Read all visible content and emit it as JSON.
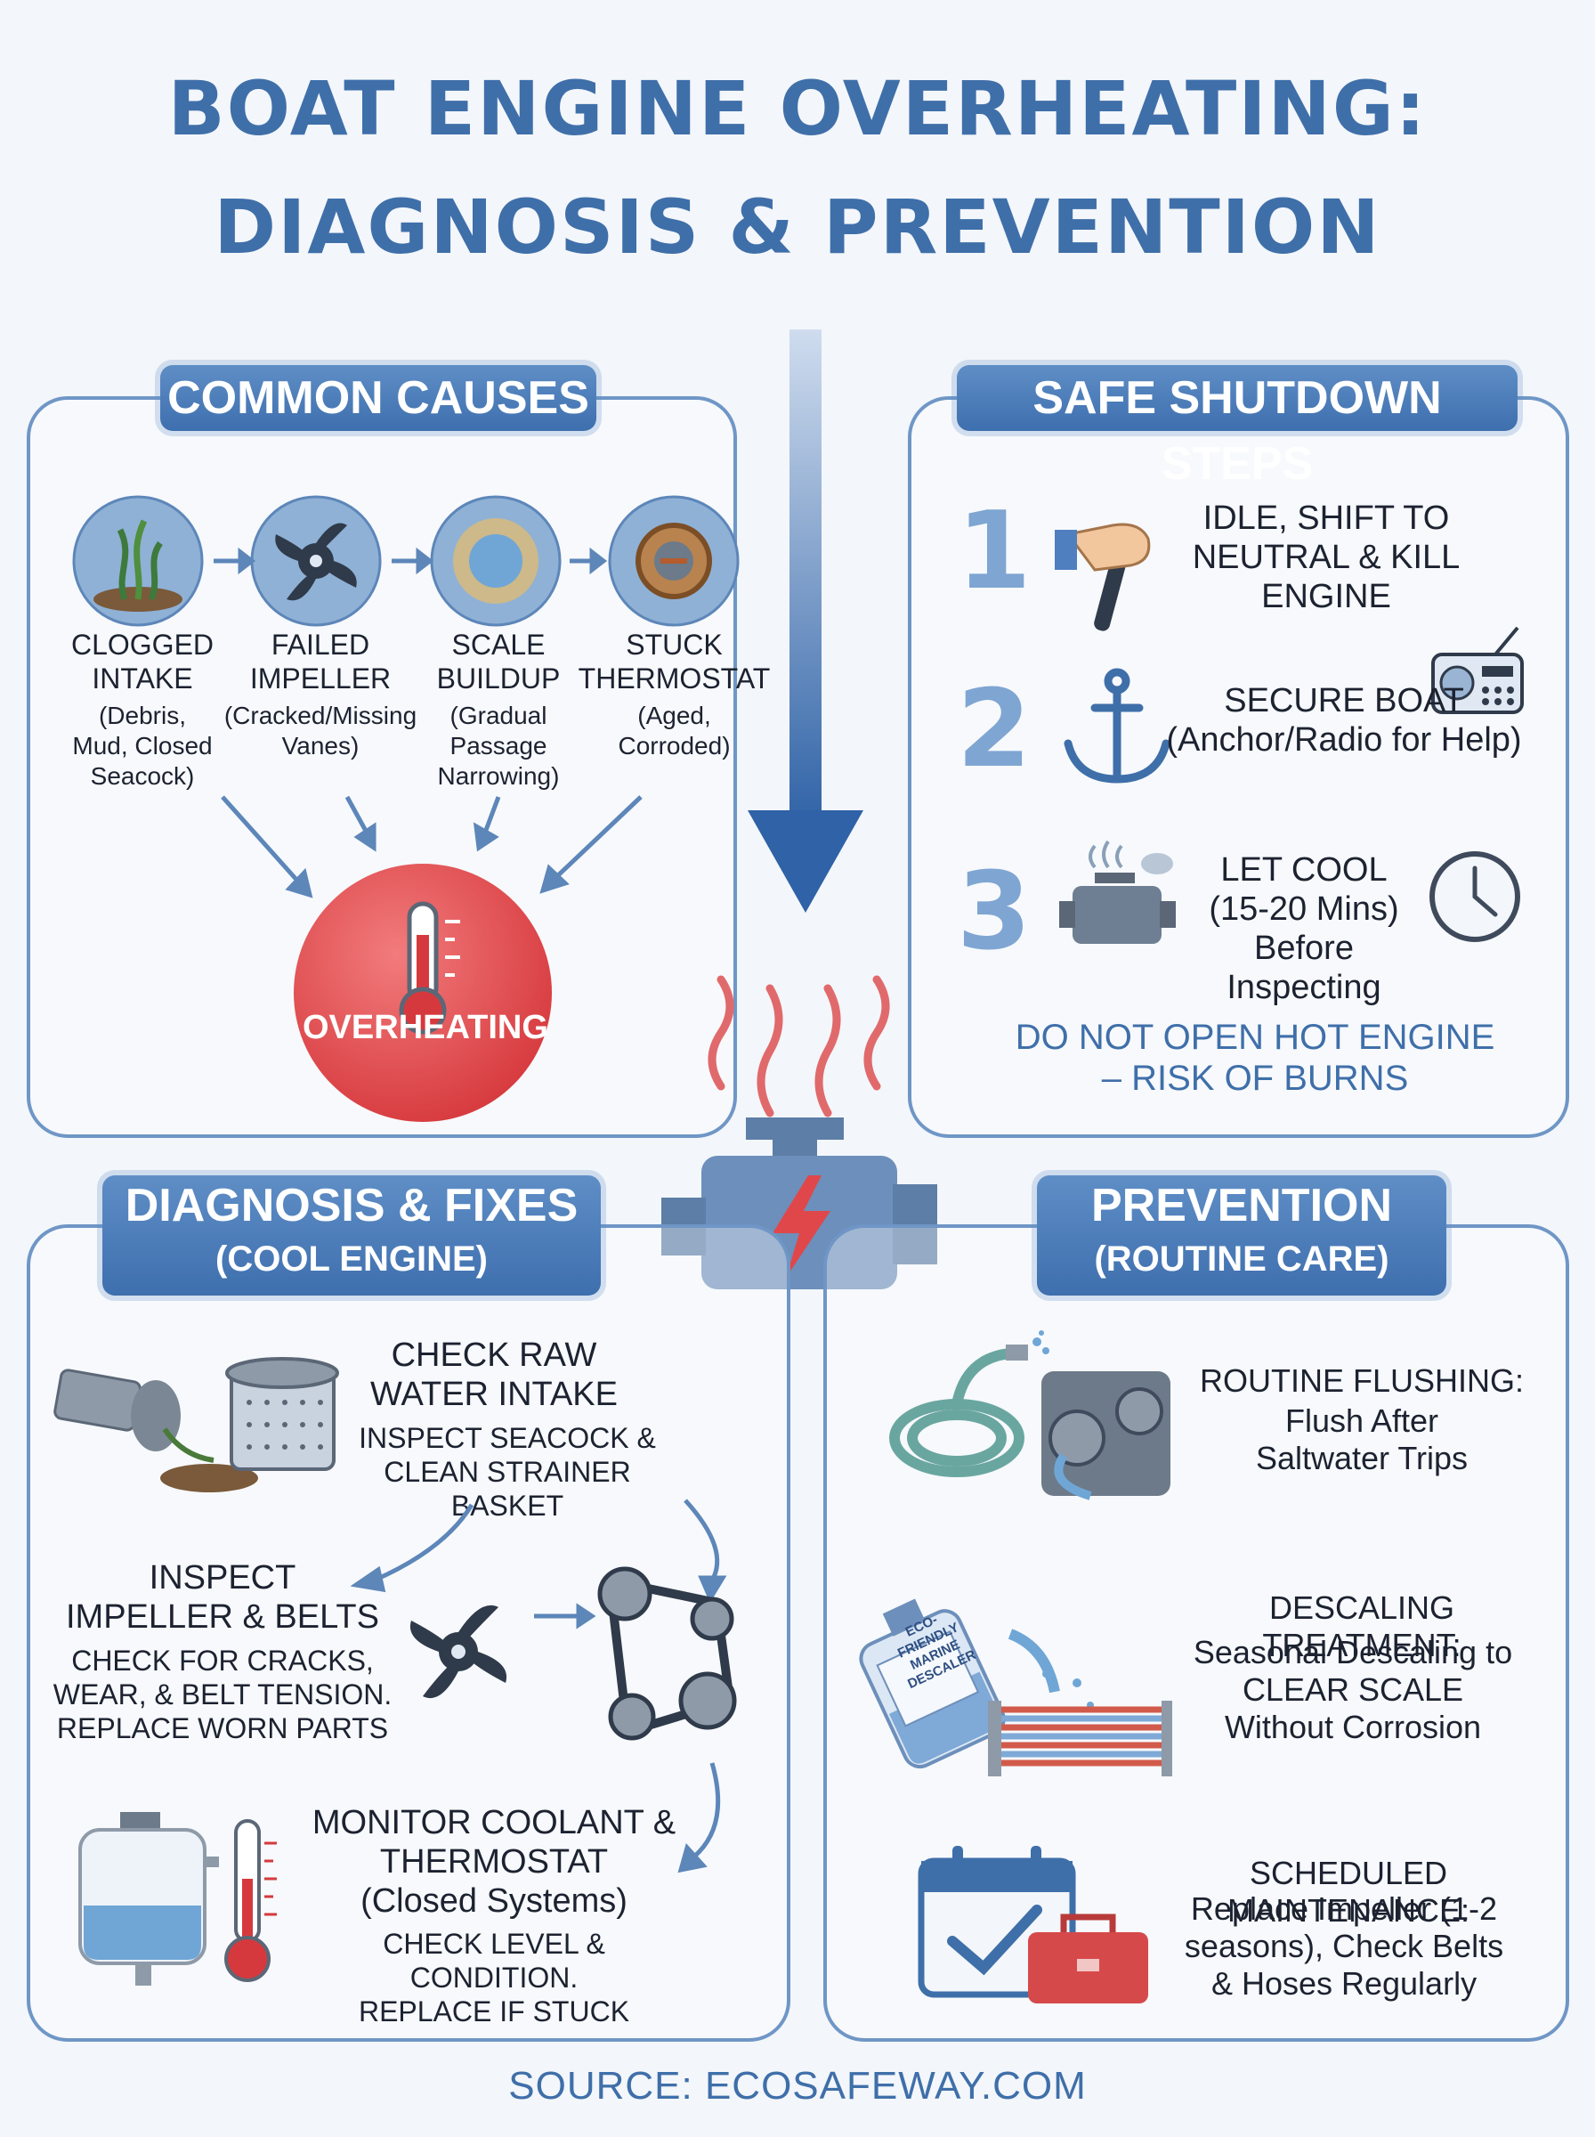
{
  "title": {
    "line1": "BOAT ENGINE OVERHEATING:",
    "line2": "DIAGNOSIS & PREVENTION"
  },
  "causes": {
    "heading": "COMMON CAUSES",
    "items": [
      {
        "label": "CLOGGED\nINTAKE",
        "sub": "(Debris,\nMud, Closed\nSeacock)",
        "icon": "seaweed-icon"
      },
      {
        "label": "FAILED\nIMPELLER",
        "sub": "(Cracked/Missing\nVanes)",
        "icon": "impeller-icon"
      },
      {
        "label": "SCALE\nBUILDUP",
        "sub": "(Gradual\nPassage\nNarrowing)",
        "icon": "scale-pipe-icon"
      },
      {
        "label": "STUCK\nTHERMOSTAT",
        "sub": "(Aged,\nCorroded)",
        "icon": "thermostat-icon"
      }
    ],
    "result": "OVERHEATING"
  },
  "shutdown": {
    "heading": "SAFE SHUTDOWN STEPS",
    "steps": [
      {
        "num": "1",
        "text": "IDLE, SHIFT TO\nNEUTRAL & KILL\nENGINE",
        "icon": "throttle-hand-icon"
      },
      {
        "num": "2",
        "text": "SECURE BOAT\n(Anchor/Radio for Help)",
        "icon": "anchor-icon"
      },
      {
        "num": "3",
        "text": "LET COOL\n(15-20 Mins)\nBefore Inspecting",
        "icon": "engine-steam-icon"
      }
    ],
    "warning": "DO NOT OPEN HOT ENGINE\n– RISK OF BURNS"
  },
  "diagnosis": {
    "heading": "DIAGNOSIS & FIXES",
    "subheading": "(COOL ENGINE)",
    "items": [
      {
        "head": "CHECK RAW\nWATER INTAKE",
        "sub": "INSPECT SEACOCK &\nCLEAN STRAINER BASKET"
      },
      {
        "head": "INSPECT\nIMPELLER & BELTS",
        "sub": "CHECK FOR CRACKS,\nWEAR, & BELT TENSION.\nREPLACE WORN PARTS"
      },
      {
        "head": "MONITOR COOLANT &\nTHERMOSTAT\n(Closed Systems)",
        "sub": "CHECK LEVEL & CONDITION.\nREPLACE IF STUCK"
      }
    ]
  },
  "prevention": {
    "heading": "PREVENTION",
    "subheading": "(ROUTINE CARE)",
    "items": [
      {
        "head": "ROUTINE FLUSHING:",
        "sub": "Flush After\nSaltwater Trips"
      },
      {
        "head": "DESCALING TREATMENT:",
        "sub": "Seasonal Descaling to\nCLEAR SCALE\nWithout Corrosion"
      },
      {
        "head": "SCHEDULED MAINTENANCE:",
        "sub": "Replace Impeller (1-2\nseasons), Check Belts\n& Hoses Regularly"
      }
    ],
    "bottle_label": "ECO-FRIENDLY\nMARINE\nDESCALER"
  },
  "source": "SOURCE: ECOSAFEWAY.COM",
  "colors": {
    "accent": "#3f6fa9",
    "panel_border": "#6f96c6",
    "hot_red": "#e0474a"
  }
}
